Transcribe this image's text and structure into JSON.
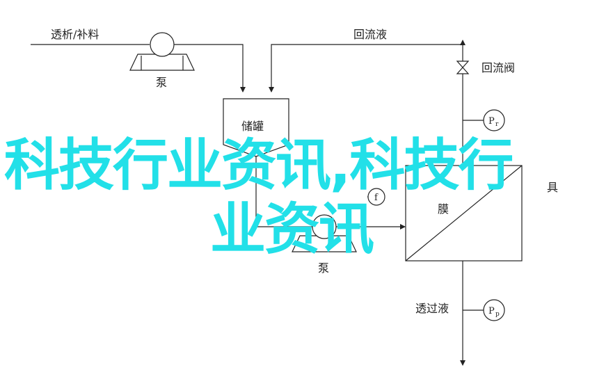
{
  "diagram": {
    "labels": {
      "feed": "透析/补料",
      "pump_top": "泵",
      "reflux": "回流液",
      "reflux_valve": "回流阀",
      "tank": "储罐",
      "pump_bottom": "泵",
      "membrane": "膜",
      "assembly": "具",
      "permeate": "透过液"
    },
    "gauges": {
      "pr": {
        "main": "P",
        "sub": "r"
      },
      "pf": {
        "main": "",
        "sub": "f"
      },
      "pp": {
        "main": "P",
        "sub": "p"
      }
    },
    "colors": {
      "line": "#222222",
      "watermark": "#22e0e8"
    }
  },
  "watermark": {
    "line1": "科技行业资讯,科技行",
    "line2": "业资讯"
  }
}
